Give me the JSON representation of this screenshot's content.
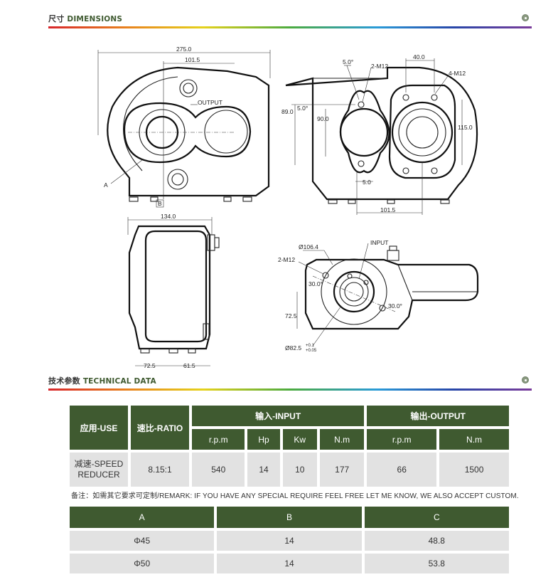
{
  "dimensions_section": {
    "title_cn": "尺寸",
    "title_en": "DIMENSIONS",
    "accent": "#3f5a30"
  },
  "technical_section": {
    "title_cn": "技术参数",
    "title_en": "TECHNICAL DATA",
    "accent": "#3f5a30"
  },
  "drawing_labels": {
    "d275": "275.0",
    "d101_5_top": "101.5",
    "output": "OUTPUT",
    "label_a": "A",
    "label_b": "B",
    "d5_0_top": "5.0°",
    "m12_left": "2-M12",
    "d40": "40.0",
    "m12_right": "4-M12",
    "d89": "89.0",
    "d5_deg": "5.0°",
    "d90": "90.0",
    "d115": "115.0",
    "d5_0_bottom": "5.0",
    "d101_5_bottom": "101.5",
    "d134": "134.0",
    "d72_5_side": "72.5",
    "d61_5": "61.5",
    "input": "INPUT",
    "d106": "Ø106.4",
    "m12_flange": "2-M12",
    "d30_a": "30.0°",
    "d30_b": "30.0°",
    "d72_5_flange": "72.5",
    "d82": "Ø82.5",
    "tol_top": "+0.1",
    "tol_bottom": "+0.05"
  },
  "spec_table": {
    "header_use": "应用-USE",
    "header_ratio": "速比-RATIO",
    "header_input": "输入-INPUT",
    "header_output": "输出-OUTPUT",
    "sub": [
      "r.p.m",
      "Hp",
      "Kw",
      "N.m",
      "r.p.m",
      "N.m"
    ],
    "row_use": "减速-SPEED\nREDUCER",
    "row_values": [
      "8.15:1",
      "540",
      "14",
      "10",
      "177",
      "66",
      "1500"
    ]
  },
  "remark": "备注：如需其它要求可定制/REMARK: IF YOU HAVE ANY SPECIAL REQUIRE FEEL FREE LET ME KNOW, WE ALSO ACCEPT CUSTOM.",
  "abc_table": {
    "headers": [
      "A",
      "B",
      "C"
    ],
    "rows": [
      [
        "Φ45",
        "14",
        "48.8"
      ],
      [
        "Φ50",
        "14",
        "53.8"
      ]
    ]
  }
}
